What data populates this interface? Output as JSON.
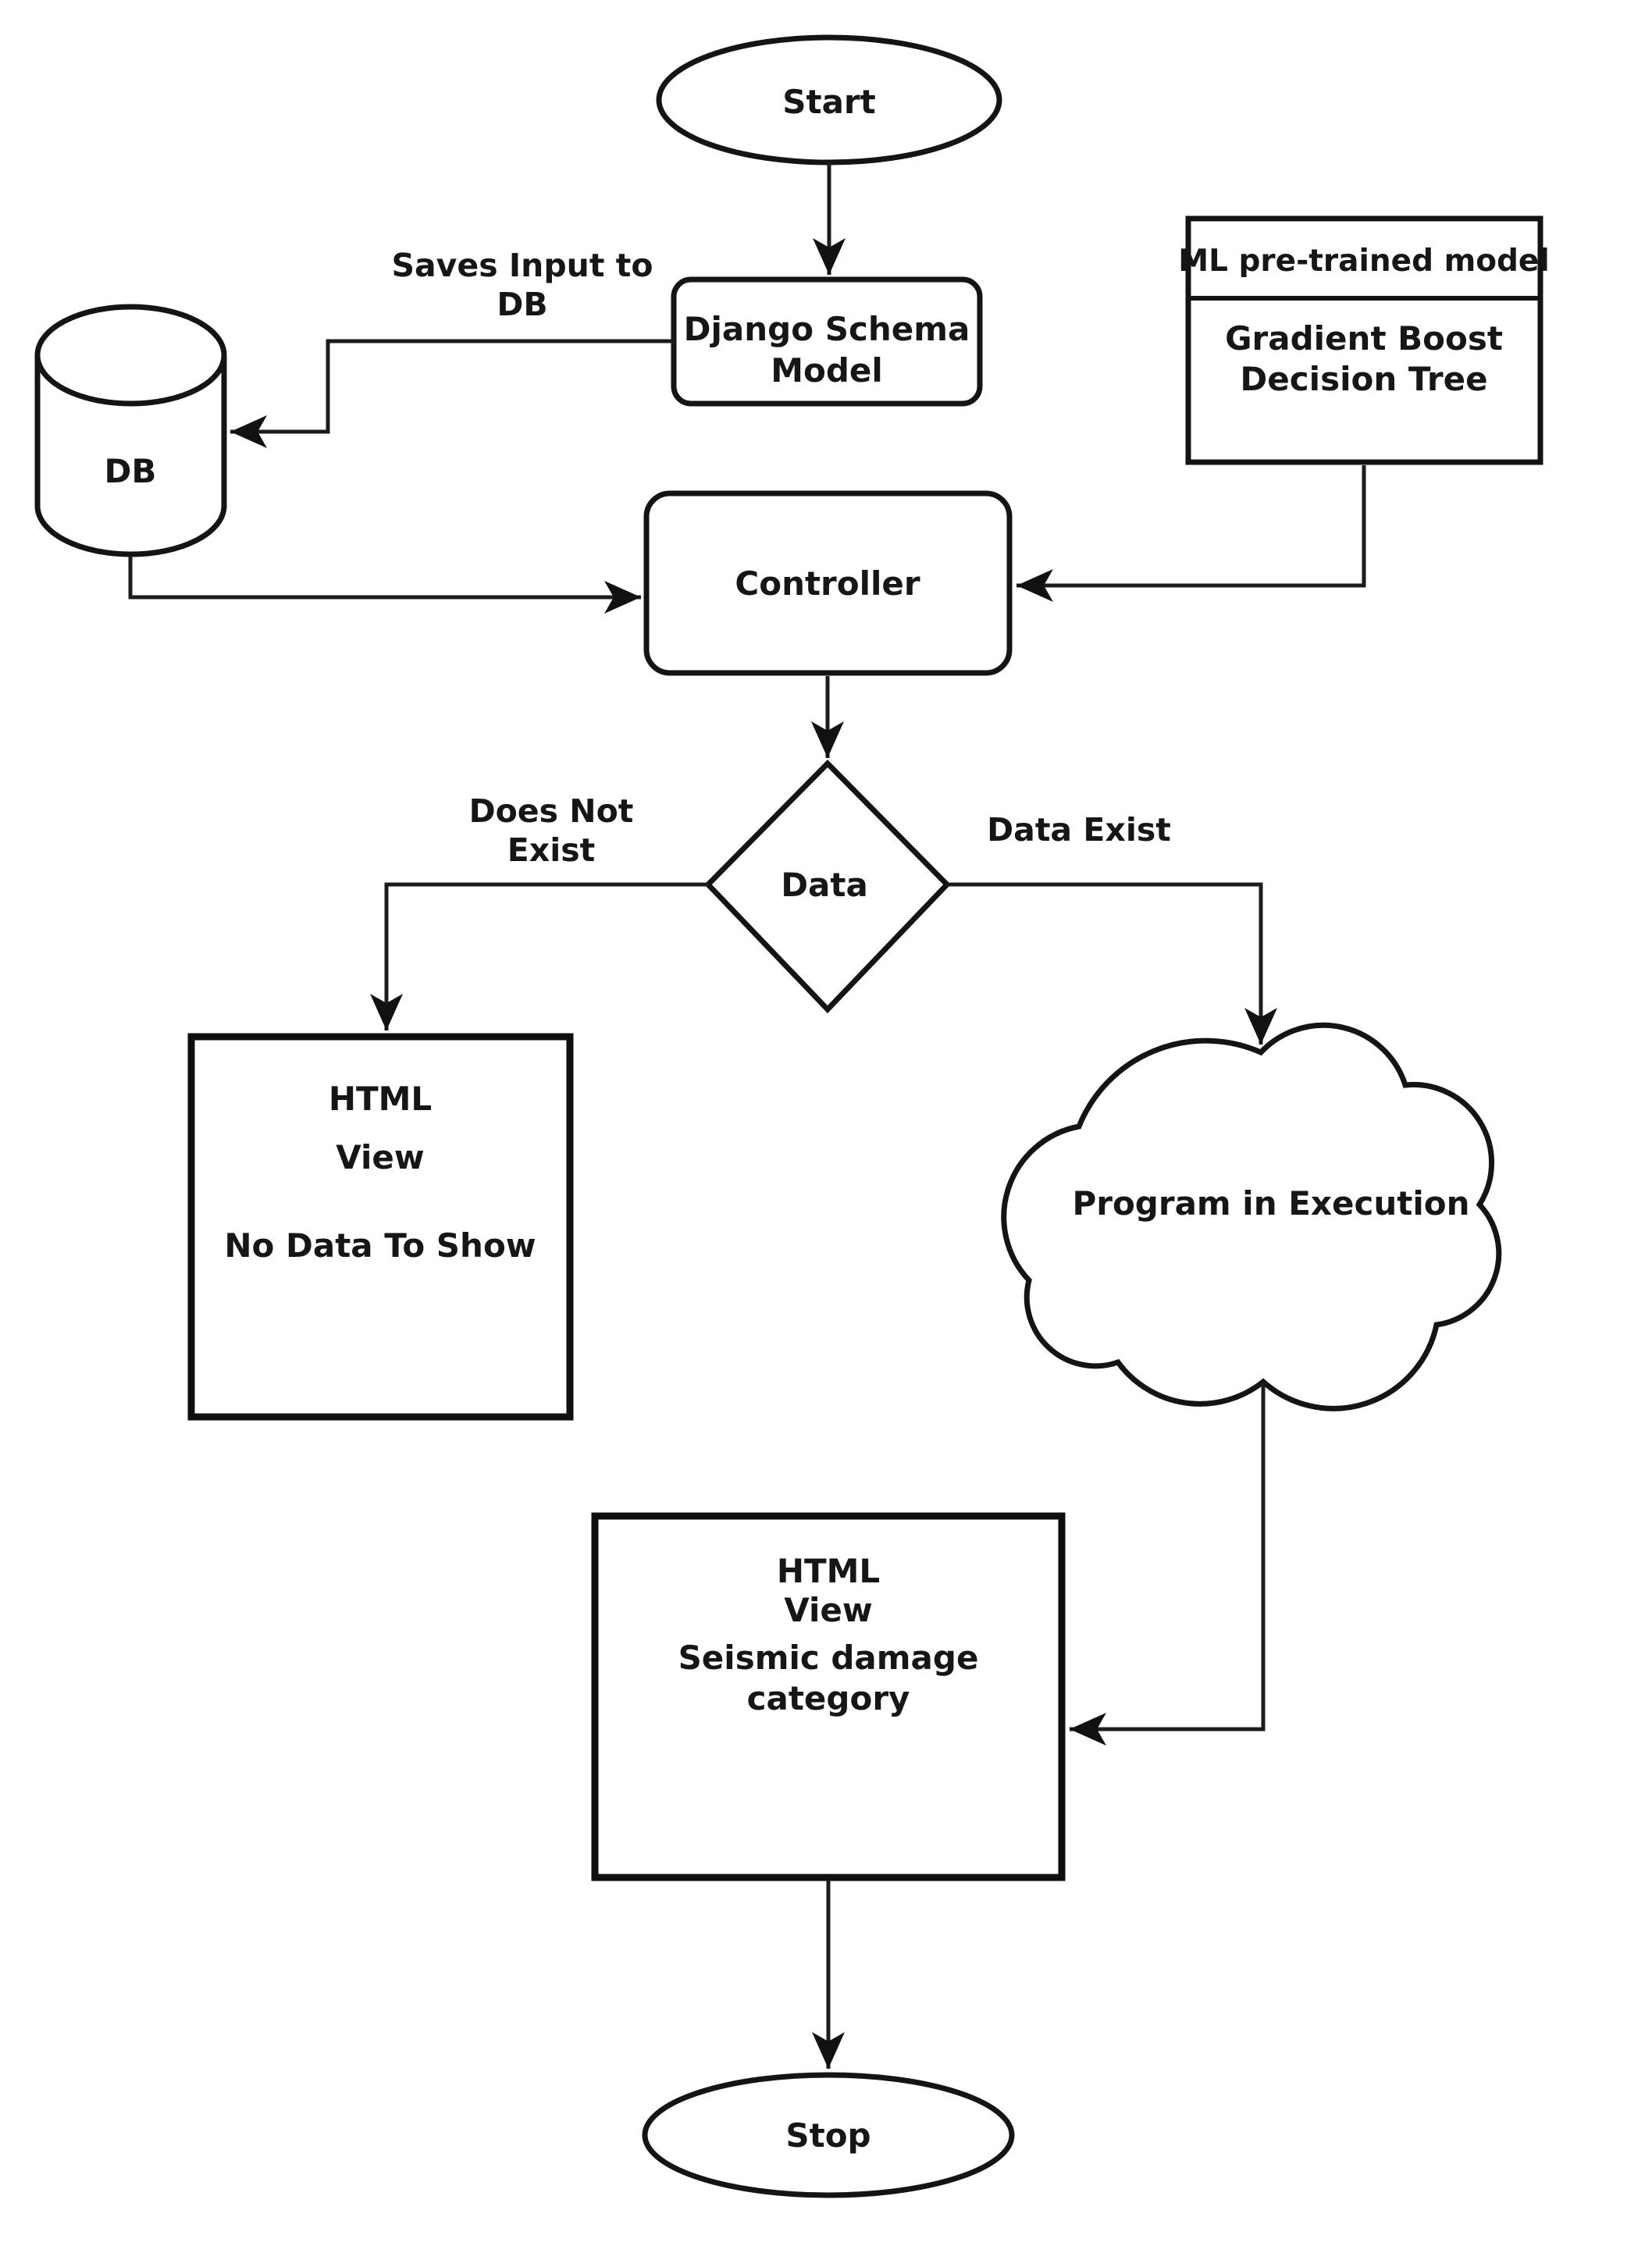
{
  "diagram": {
    "type": "flowchart",
    "colors": {
      "background": "#ffffff",
      "shape_fill": "#ffffff",
      "stroke": "#141414",
      "text": "#161616"
    },
    "nodes": {
      "start": {
        "label": "Start",
        "shape": "terminator-ellipse"
      },
      "django": {
        "line1": "Django Schema",
        "line2": "Model",
        "shape": "rounded-rect"
      },
      "ml_model": {
        "header": "ML pre-trained model",
        "body_line1": "Gradient Boost",
        "body_line2": "Decision Tree",
        "shape": "titled-rect"
      },
      "db": {
        "label": "DB",
        "shape": "cylinder"
      },
      "controller": {
        "label": "Controller",
        "shape": "rounded-rect"
      },
      "data_decision": {
        "label": "Data",
        "shape": "diamond"
      },
      "html_view_no_data": {
        "line1": "HTML",
        "line2": "View",
        "line3": "No Data To Show",
        "shape": "rect"
      },
      "program_execution": {
        "label": "Program in Execution",
        "shape": "cloud"
      },
      "html_view_seismic": {
        "line1": "HTML",
        "line2": "View",
        "line3": "Seismic damage",
        "line4": "category",
        "shape": "rect"
      },
      "stop": {
        "label": "Stop",
        "shape": "terminator-ellipse"
      }
    },
    "edge_labels": {
      "saves_line1": "Saves Input to",
      "saves_line2": "DB",
      "does_not_line1": "Does Not",
      "does_not_line2": "Exist",
      "data_exist": "Data Exist"
    }
  }
}
